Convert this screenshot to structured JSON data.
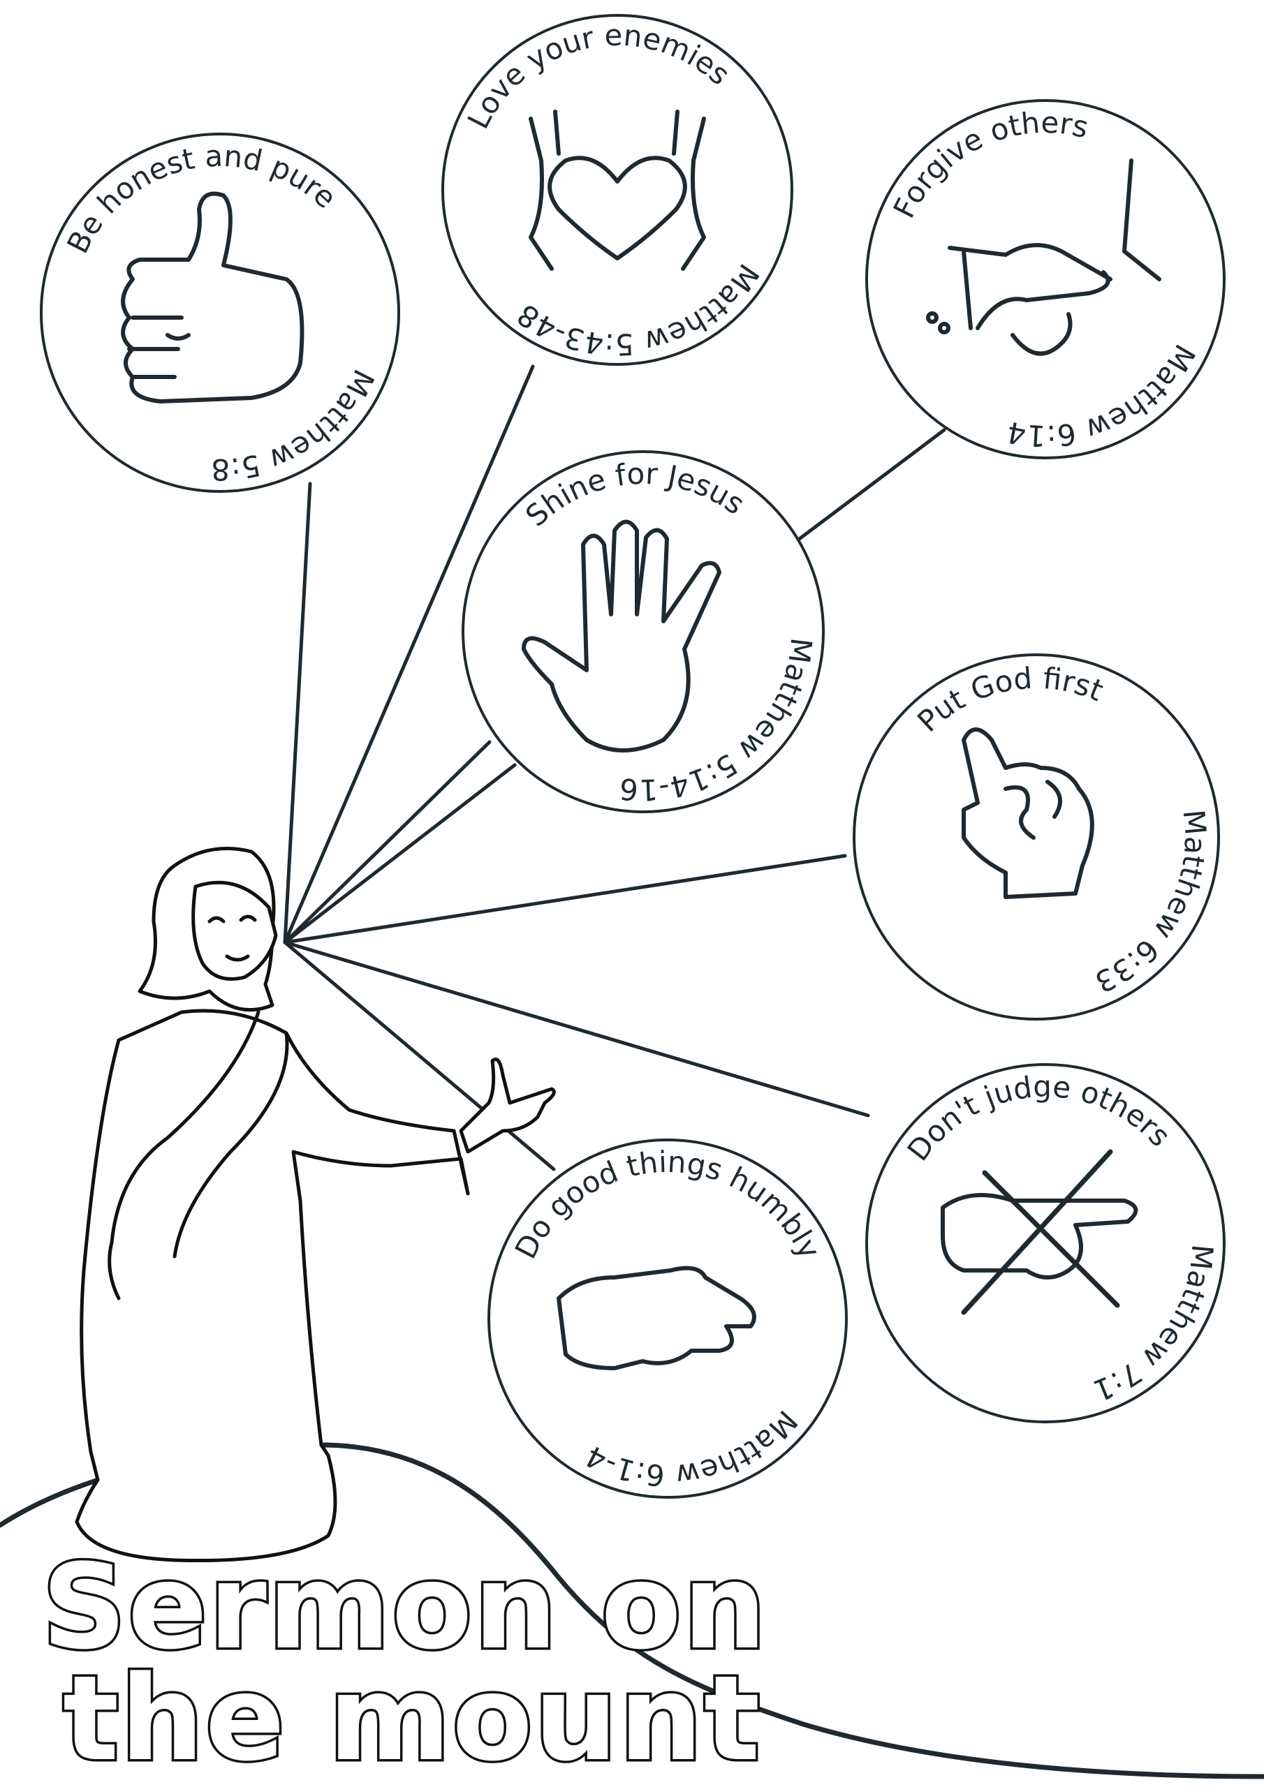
{
  "title": {
    "line1": "Sermon on",
    "line2": "the mount"
  },
  "teachings": [
    {
      "label": "Be honest and pure",
      "reference": "Matthew 5:8",
      "icon": "thumbs-up-icon"
    },
    {
      "label": "Love your enemies",
      "reference": "Matthew 5:43-48",
      "icon": "heart-hands-icon"
    },
    {
      "label": "Forgive others",
      "reference": "Matthew 6:14",
      "icon": "handshake-icon"
    },
    {
      "label": "Shine for Jesus",
      "reference": "Matthew 5:14-16",
      "icon": "open-hand-icon"
    },
    {
      "label": "Put God first",
      "reference": "Matthew 6:33",
      "icon": "pointing-up-icon"
    },
    {
      "label": "Don't judge others",
      "reference": "Matthew 7:1",
      "icon": "crossed-pointing-hand-icon"
    },
    {
      "label": "Do good things humbly",
      "reference": "Matthew 6:1-4",
      "icon": "giving-hand-icon"
    }
  ],
  "colors": {
    "line": "#1e2a30",
    "background": "#ffffff"
  }
}
